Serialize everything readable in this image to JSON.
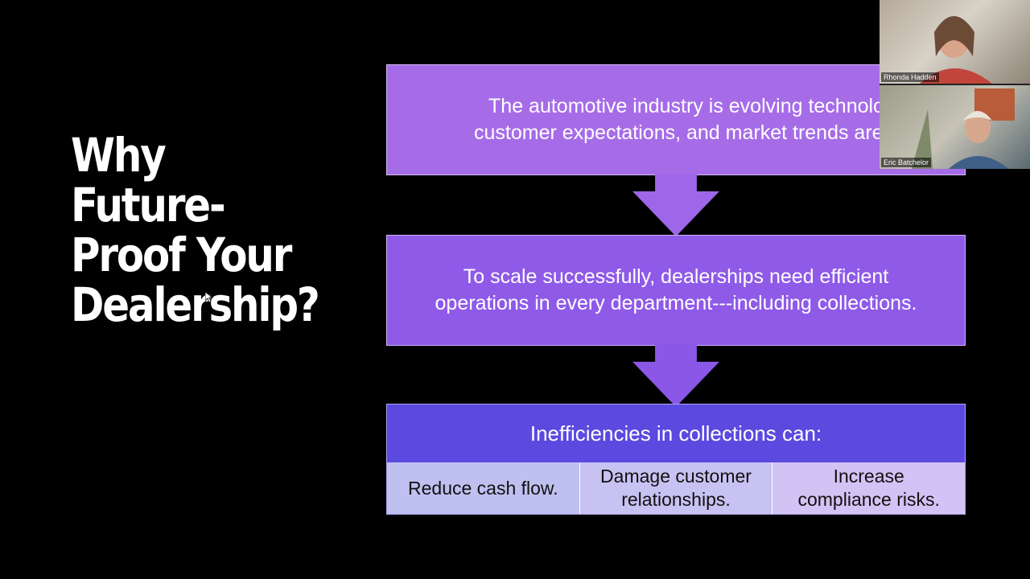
{
  "slide": {
    "title_lines": [
      "Why Future-",
      "Proof Your",
      "Dealership?"
    ],
    "box1": {
      "line1": "The automotive industry is evolving technolo",
      "line2": "customer expectations, and market trends are s"
    },
    "box2": {
      "line1": "To scale successfully, dealerships need efficient",
      "line2": "operations in every department---including collections."
    },
    "box3": {
      "header": "Inefficiencies in collections can:",
      "items": [
        {
          "line1": "Reduce cash flow.",
          "line2": ""
        },
        {
          "line1": "Damage customer",
          "line2": "relationships."
        },
        {
          "line1": "Increase",
          "line2": "compliance risks."
        }
      ]
    }
  },
  "participants": [
    {
      "name": "Rhonda Hadden"
    },
    {
      "name": "Eric Batchelor"
    }
  ],
  "colors": {
    "background": "#000000",
    "box1": "#a66ce8",
    "box2": "#8f5ae8",
    "box3_header": "#5b49e0"
  }
}
